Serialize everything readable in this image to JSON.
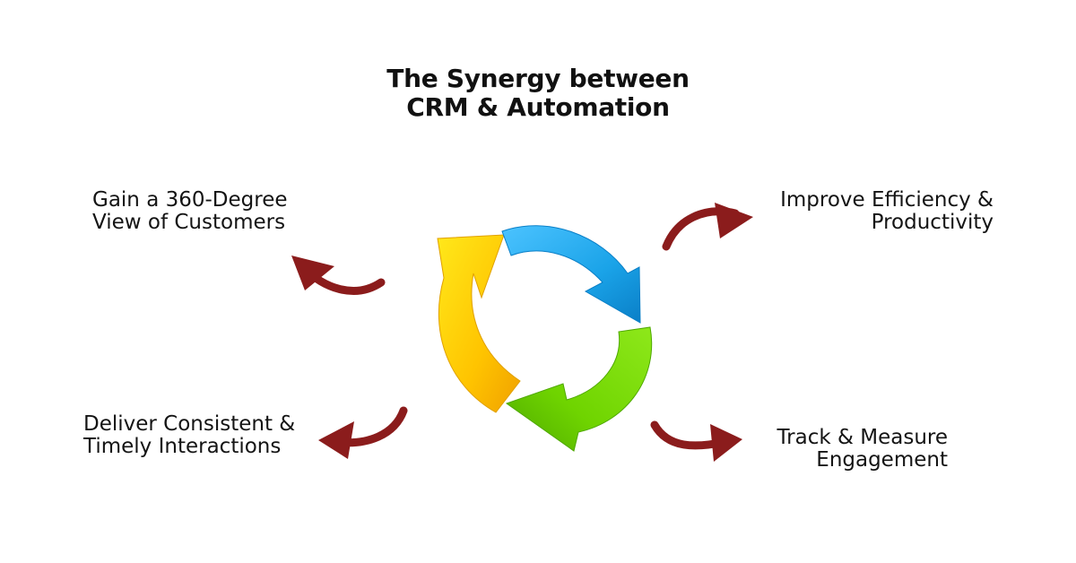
{
  "title": {
    "line1": "The Synergy between",
    "line2": "CRM & Automation"
  },
  "labels": {
    "top_left": {
      "line1": "Gain a 360-Degree",
      "line2": "View of Customers"
    },
    "top_right": {
      "line1": "Improve Efficiency &",
      "line2": "Productivity"
    },
    "bottom_left": {
      "line1": "Deliver Consistent &",
      "line2": "Timely Interactions"
    },
    "bottom_right": {
      "line1": "Track & Measure",
      "line2": "Engagement"
    }
  },
  "colors": {
    "pointer_arrow": "#8b1c1c",
    "cycle_yellow": "#ffc400",
    "cycle_blue": "#1aa3e8",
    "cycle_green": "#6fd400"
  },
  "icons": {
    "cycle": "four-arrow-cycle-icon",
    "pointer": "curved-arrow-icon"
  }
}
